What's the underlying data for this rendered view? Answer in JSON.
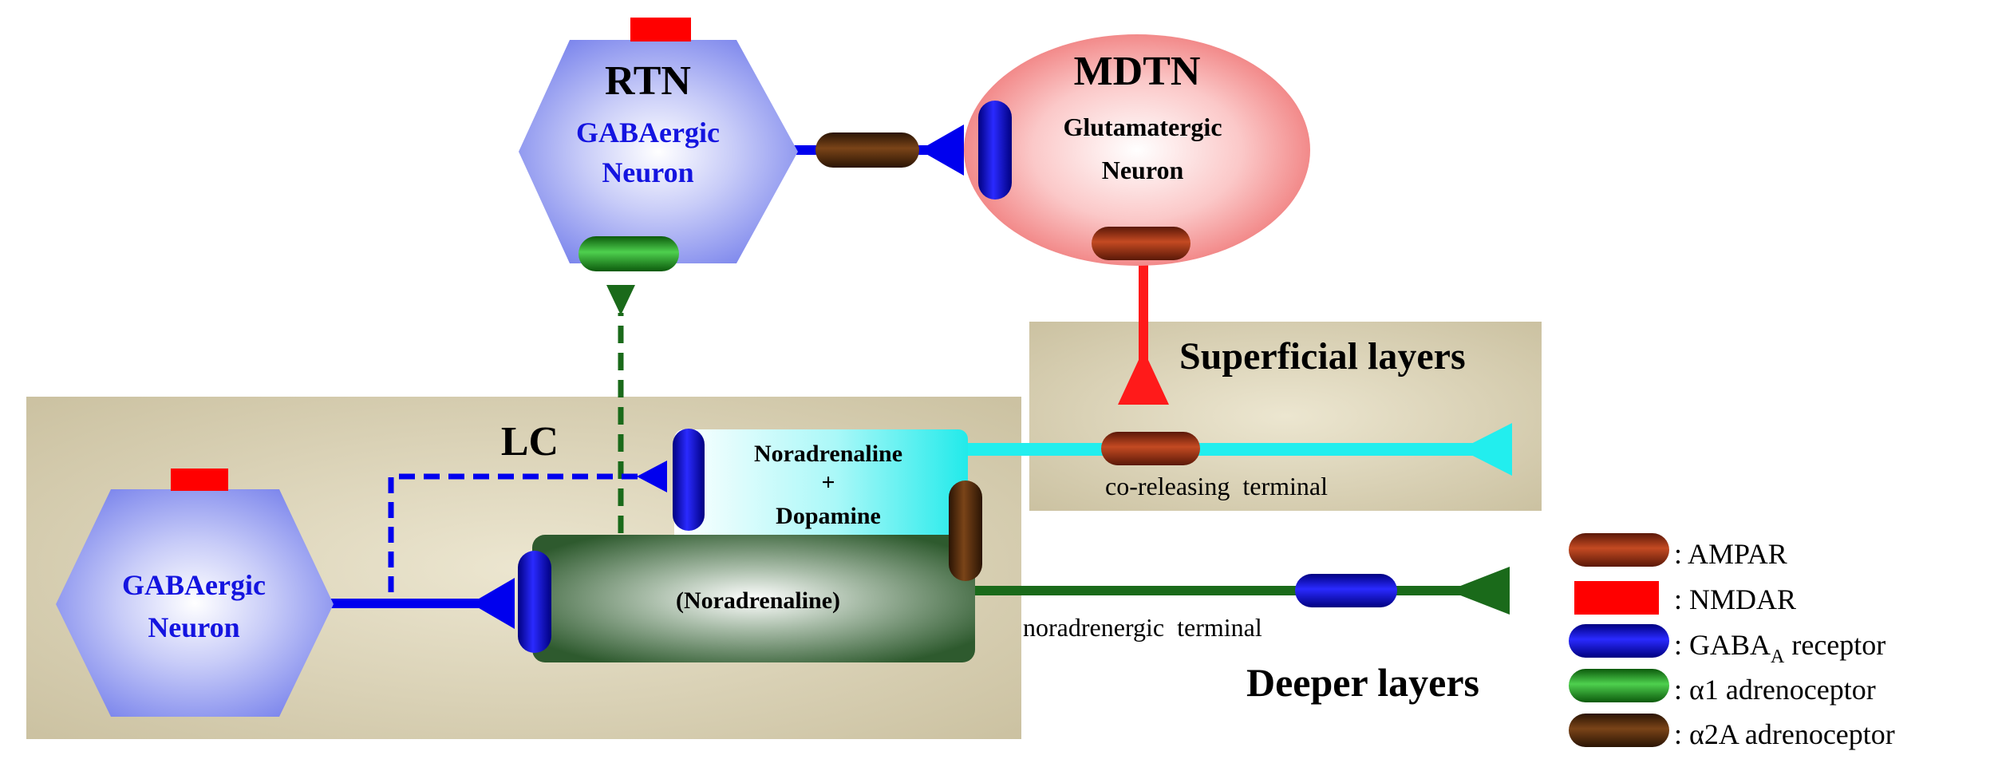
{
  "rtn": {
    "title": "RTN",
    "line1": "GABAergic",
    "line2": "Neuron"
  },
  "mdtn": {
    "title": "MDTN",
    "line1": "Glutamatergic",
    "line2": "Neuron"
  },
  "lc": {
    "title": "LC"
  },
  "lc_gaba": {
    "line1": "GABAergic",
    "line2": "Neuron"
  },
  "na_da": {
    "line1": "Noradrenaline",
    "line2": "+",
    "line3": "Dopamine"
  },
  "na": {
    "label": "(Noradrenaline)"
  },
  "superficial": {
    "title": "Superficial layers",
    "terminal": "co-releasing  terminal"
  },
  "deeper": {
    "title": "Deeper layers",
    "terminal": "noradrenergic  terminal"
  },
  "legend": {
    "ampar": ": AMPAR",
    "nmdar": ": NMDAR",
    "gaba_prefix": ": GABA",
    "gaba_sub": "A",
    "gaba_suffix": " receptor",
    "alpha1": ": α1 adrenoceptor",
    "alpha2a": ": α2A adrenoceptor"
  },
  "colors": {
    "ampar": "#8b2a10",
    "nmdar": "#ff0000",
    "gaba": "#0000cc",
    "alpha1": "#22a022",
    "alpha2a": "#4a2608",
    "cyan": "#22eeee",
    "green_axon": "#1a6a1a",
    "blue_axon": "#0000ee",
    "red_axon": "#ff1a1a",
    "panel": "#cfc6a8"
  }
}
